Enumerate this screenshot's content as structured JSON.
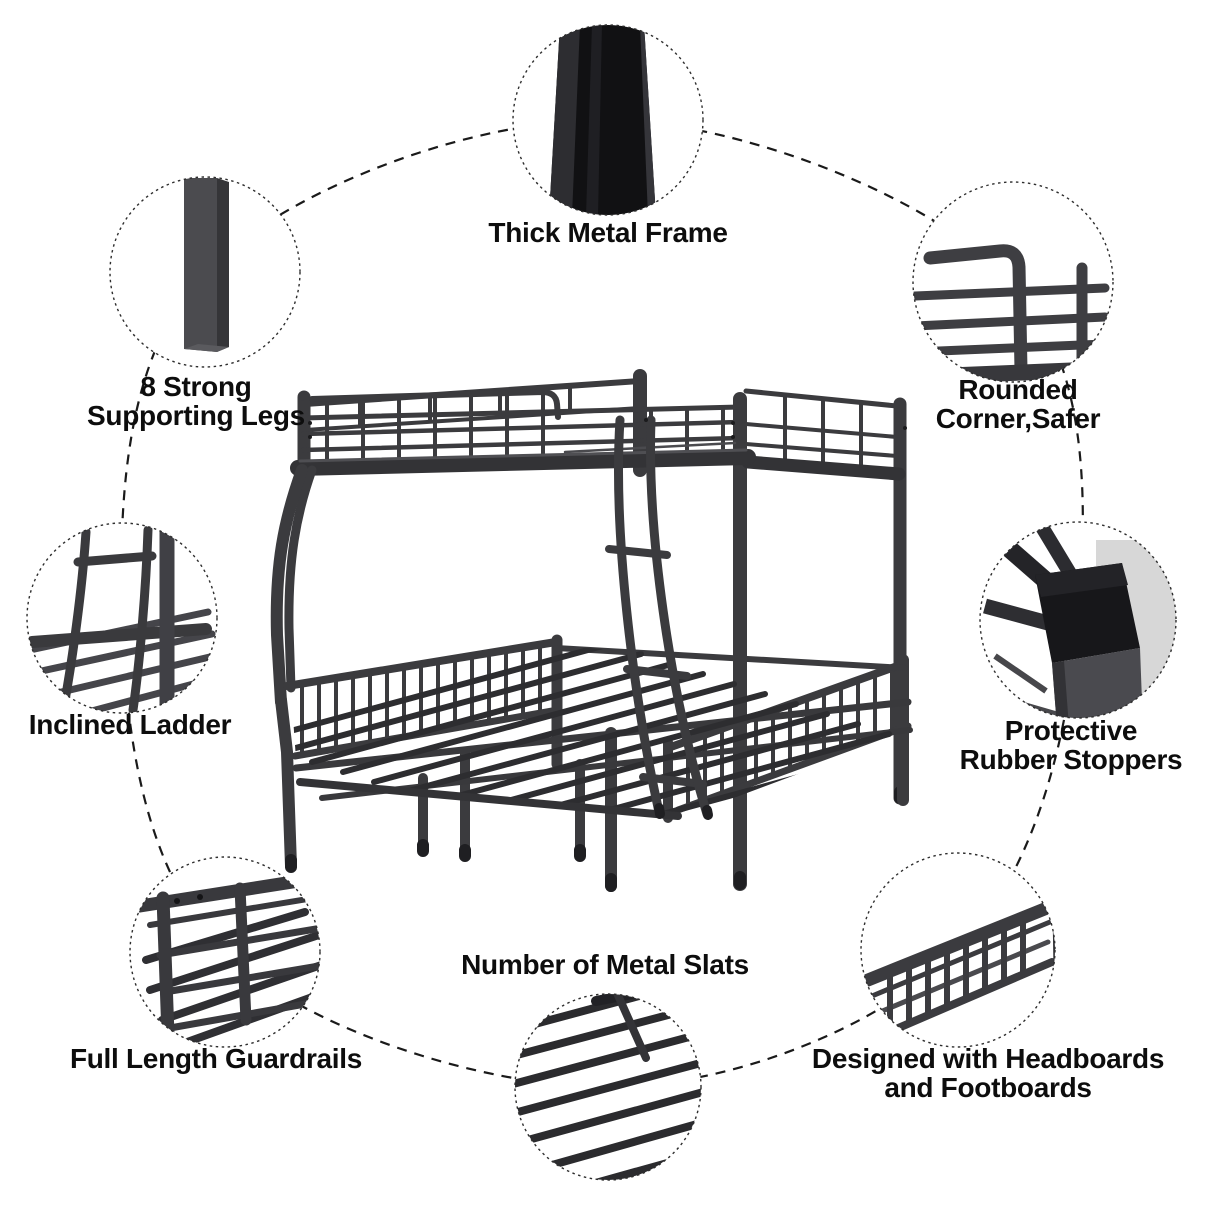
{
  "canvas": {
    "background": "#ffffff"
  },
  "colors": {
    "label_text": "#0d0d0d",
    "metal": "#3b3b3e",
    "metal_dark": "#232326",
    "metal_light": "#56565a",
    "ring_dash": "#1a1a1a",
    "circle_border": "#2e2e2e"
  },
  "callouts": {
    "thick_metal_frame": {
      "line1": "Thick Metal Frame",
      "image": "thick-metal-post-closeup"
    },
    "supporting_legs": {
      "line1": "8 Strong",
      "line2": "Supporting Legs",
      "image": "square-leg-post-closeup"
    },
    "rounded_corner": {
      "line1": "Rounded",
      "line2": "Corner,Safer",
      "image": "rounded-corner-guardrail-closeup"
    },
    "inclined_ladder": {
      "line1": "Inclined Ladder",
      "image": "inclined-ladder-closeup"
    },
    "rubber_stoppers": {
      "line1": "Protective",
      "line2": "Rubber Stoppers",
      "image": "rubber-stopper-cap-closeup"
    },
    "full_length_guardrails": {
      "line1": "Full Length Guardrails",
      "image": "guardrail-frame-closeup"
    },
    "metal_slats": {
      "line1": "Number of Metal Slats",
      "image": "diagonal-metal-slats-closeup"
    },
    "headboards_footboards": {
      "line1": "Designed with Headboards",
      "line2": "and Footboards",
      "image": "spindle-board-closeup"
    }
  }
}
